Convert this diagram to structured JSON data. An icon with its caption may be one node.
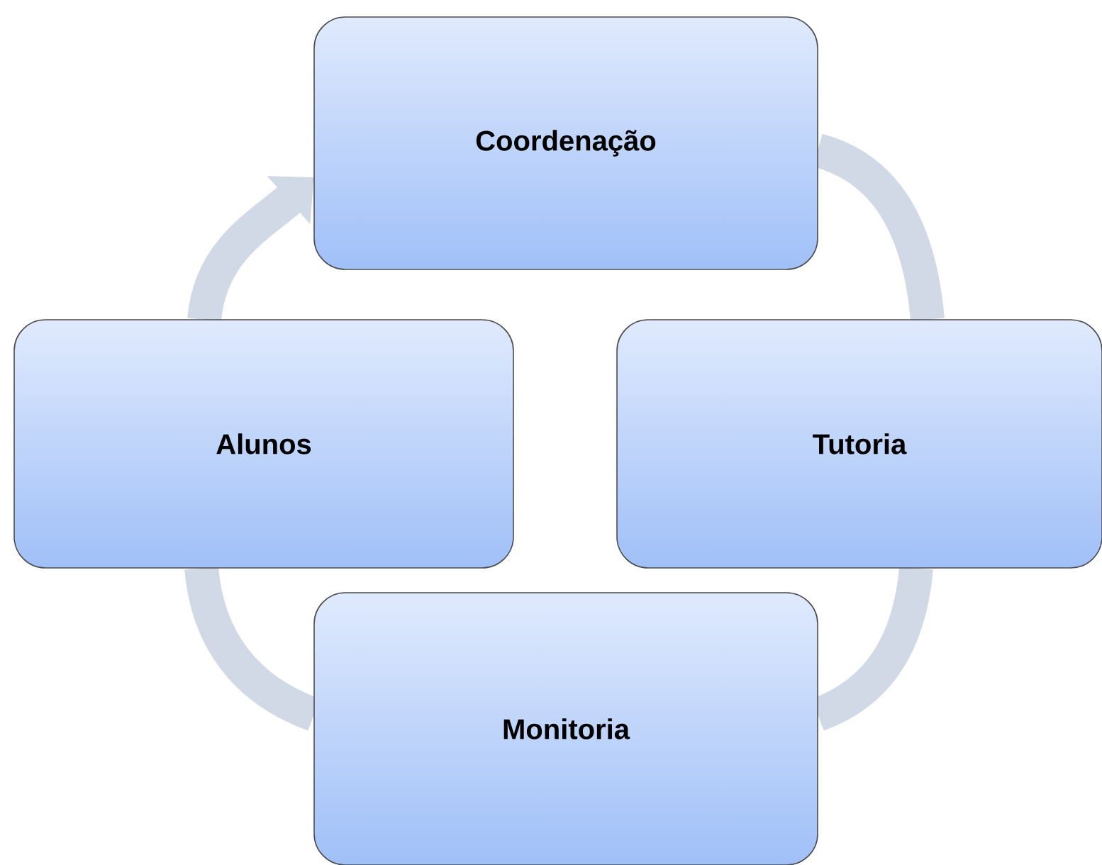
{
  "diagram": {
    "nodes": [
      {
        "text": [
          "Coordenação"
        ]
      },
      {
        "text": [
          "Tutoria"
        ]
      },
      {
        "text": [
          "Monitoria"
        ]
      },
      {
        "text": [
          "Alunos"
        ]
      }
    ],
    "edges": [
      {
        "from": 0,
        "to": 1,
        "arrow": "none"
      },
      {
        "from": 1,
        "to": 2,
        "arrow": "none"
      },
      {
        "from": 2,
        "to": 3,
        "arrow": "none"
      },
      {
        "from": 3,
        "to": 0,
        "arrow": "to"
      }
    ]
  }
}
